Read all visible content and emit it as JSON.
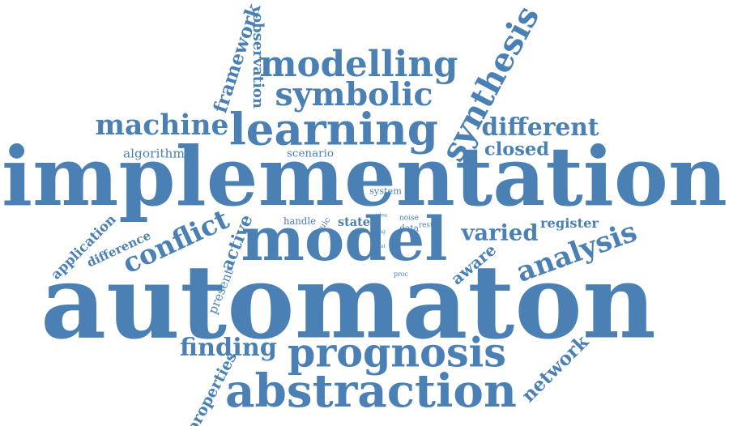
{
  "cloud": {
    "color": "#4a80b4",
    "words": [
      {
        "text": "implementation",
        "weight": 1.0
      },
      {
        "text": "automaton",
        "weight": 1.0
      },
      {
        "text": "model",
        "weight": 0.62
      },
      {
        "text": "learning",
        "weight": 0.45
      },
      {
        "text": "abstraction",
        "weight": 0.45
      },
      {
        "text": "synthesis",
        "weight": 0.44
      },
      {
        "text": "modelling",
        "weight": 0.4
      },
      {
        "text": "prognosis",
        "weight": 0.38
      },
      {
        "text": "symbolic",
        "weight": 0.33
      },
      {
        "text": "machine",
        "weight": 0.3
      },
      {
        "text": "analysis",
        "weight": 0.3
      },
      {
        "text": "conflict",
        "weight": 0.29
      },
      {
        "text": "different",
        "weight": 0.29
      },
      {
        "text": "finding",
        "weight": 0.24
      },
      {
        "text": "varied",
        "weight": 0.23
      },
      {
        "text": "closed",
        "weight": 0.22
      },
      {
        "text": "framework",
        "weight": 0.22
      },
      {
        "text": "active",
        "weight": 0.2
      },
      {
        "text": "network",
        "weight": 0.18
      },
      {
        "text": "aware",
        "weight": 0.17
      },
      {
        "text": "state",
        "weight": 0.16
      },
      {
        "text": "observation",
        "weight": 0.14
      },
      {
        "text": "application",
        "weight": 0.14
      },
      {
        "text": "register",
        "weight": 0.13
      },
      {
        "text": "properties",
        "weight": 0.12
      },
      {
        "text": "difference",
        "weight": 0.12
      },
      {
        "text": "algorithm",
        "weight": 0.11
      },
      {
        "text": "scenario",
        "weight": 0.09
      },
      {
        "text": "handle",
        "weight": 0.09
      },
      {
        "text": "present",
        "weight": 0.08
      },
      {
        "text": "system",
        "weight": 0.08
      },
      {
        "text": "noise",
        "weight": 0.07
      },
      {
        "text": "data",
        "weight": 0.07
      },
      {
        "text": "result",
        "weight": 0.06
      },
      {
        "text": "quic",
        "weight": 0.06
      },
      {
        "text": "idea",
        "weight": 0.05
      },
      {
        "text": "bug",
        "weight": 0.04
      },
      {
        "text": "test",
        "weight": 0.04
      },
      {
        "text": "proc",
        "weight": 0.04
      }
    ]
  }
}
